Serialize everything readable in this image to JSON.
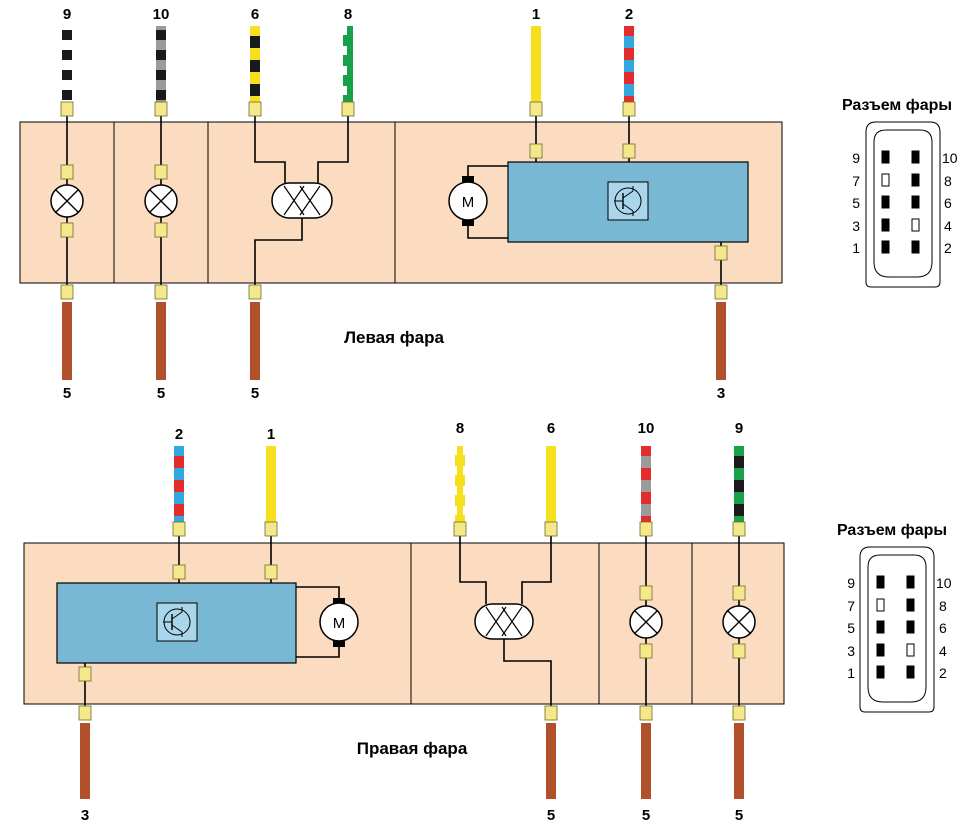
{
  "left_headlamp": {
    "title": "Левая фара",
    "top_pins": [
      "9",
      "10",
      "6",
      "8",
      "1",
      "2"
    ],
    "bottom_pins": [
      "5",
      "5",
      "5",
      "3"
    ]
  },
  "right_headlamp": {
    "title": "Правая фара",
    "top_pins": [
      "2",
      "1",
      "8",
      "6",
      "10",
      "9"
    ],
    "bottom_pins": [
      "3",
      "5",
      "5",
      "5"
    ]
  },
  "motor_label": "M",
  "connector_top": {
    "title": "Разъем фары",
    "left_numbers": [
      "9",
      "7",
      "5",
      "3",
      "1"
    ],
    "right_numbers": [
      "10",
      "8",
      "6",
      "4",
      "2"
    ]
  },
  "connector_bottom": {
    "title": "Разъем фары",
    "left_numbers": [
      "9",
      "7",
      "5",
      "3",
      "1"
    ],
    "right_numbers": [
      "10",
      "8",
      "6",
      "4",
      "2"
    ]
  },
  "colors": {
    "panel": "#fbdcc0",
    "module": "#79b8d4",
    "wire_brown": "#b1502a",
    "wire_yellow": "#f6e01e",
    "wire_green": "#19a14a",
    "wire_red": "#e32d2d",
    "wire_blue": "#32a8e0",
    "wire_gray": "#9b9b9b",
    "wire_black": "#1a1a1a"
  }
}
